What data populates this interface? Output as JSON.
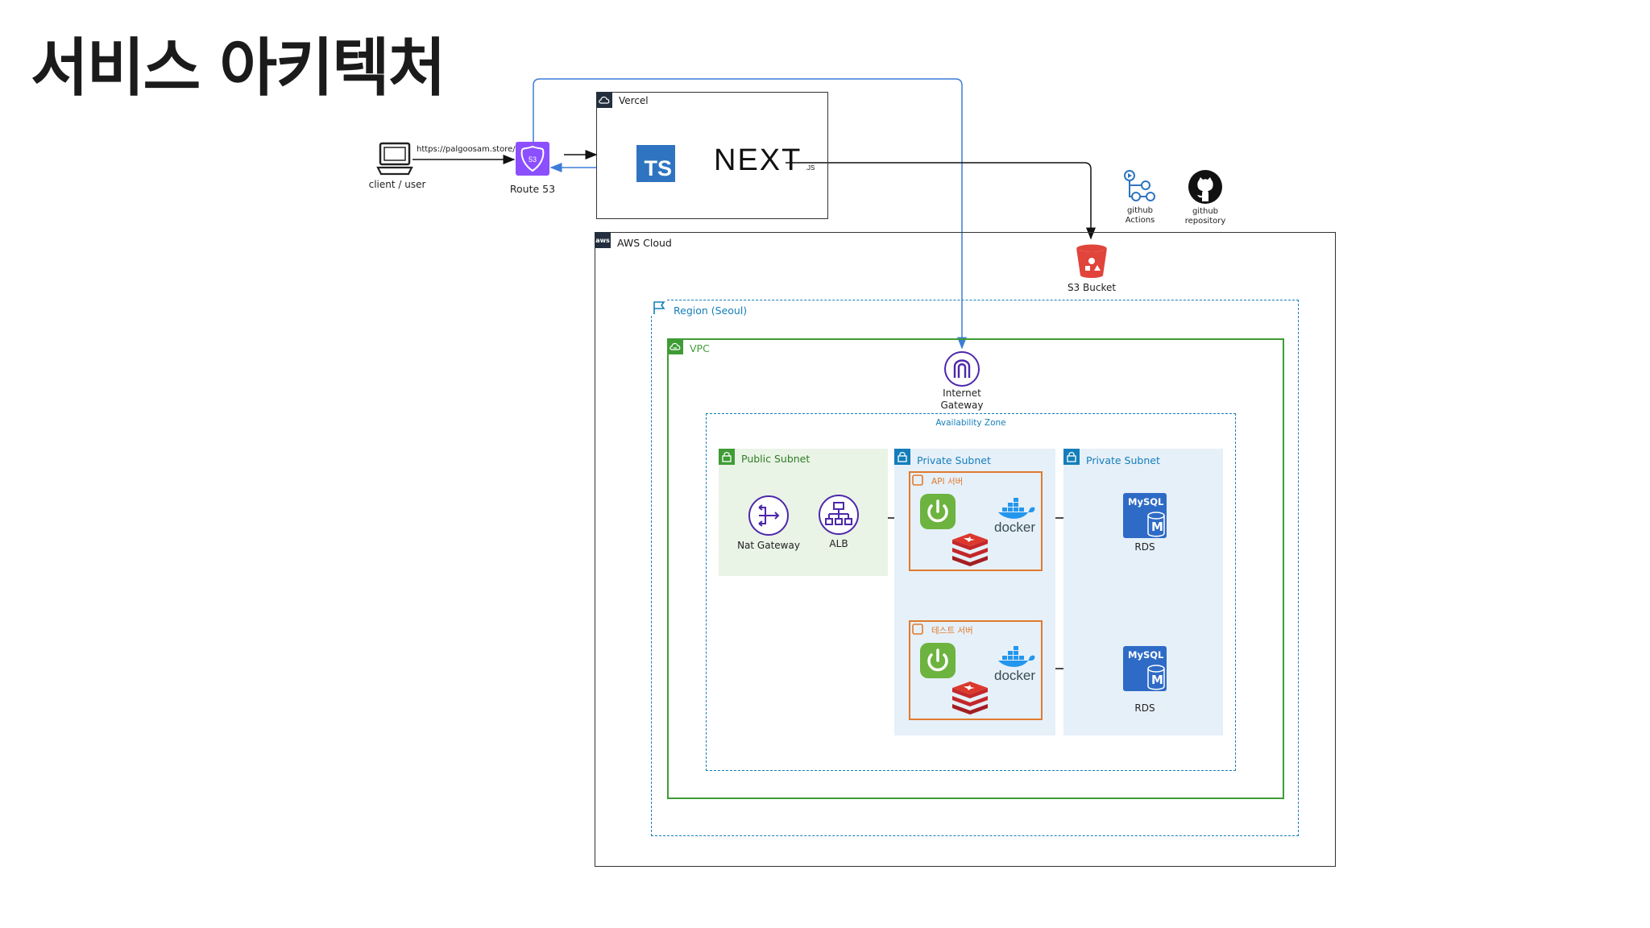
{
  "title": "서비스 아키텍처",
  "client": {
    "label": "client / user",
    "url": "https://palgoosam.store/"
  },
  "route53": {
    "label": "Route 53"
  },
  "vercel": {
    "label": "Vercel",
    "ts": "TS",
    "next": "NEXT",
    "next_suffix": ".JS"
  },
  "github": {
    "actions_1": "github",
    "actions_2": "Actions",
    "repo_1": "github",
    "repo_2": "repository"
  },
  "aws": {
    "label": "AWS Cloud",
    "aws_tag": "aws"
  },
  "s3": {
    "label": "S3 Bucket"
  },
  "region": {
    "label": "Region (Seoul)"
  },
  "vpc": {
    "label": "VPC"
  },
  "igw": {
    "line1": "Internet",
    "line2": "Gateway"
  },
  "az": {
    "label": "Availability Zone"
  },
  "public_subnet": {
    "label": "Public Subnet"
  },
  "private_subnet_1": {
    "label": "Private Subnet"
  },
  "private_subnet_2": {
    "label": "Private Subnet"
  },
  "nat": {
    "label": "Nat Gateway"
  },
  "alb": {
    "label": "ALB"
  },
  "api_server": {
    "label": "API 서버",
    "docker": "docker"
  },
  "test_server": {
    "label": "테스트 서버",
    "docker": "docker"
  },
  "rds_1": {
    "label": "RDS",
    "mysql": "MySQL",
    "m": "M"
  },
  "rds_2": {
    "label": "RDS",
    "mysql": "MySQL",
    "m": "M"
  },
  "colors": {
    "vpc": "#3f9c35",
    "region": "#147eba",
    "private": "#e6f0f9",
    "public": "#e9f3e6",
    "server": "#e07a2e",
    "route53": "#8c4fff",
    "s3": "#e0443a",
    "redis": "#c4272a",
    "spring": "#6db33f",
    "rds": "#2e6bc6"
  }
}
